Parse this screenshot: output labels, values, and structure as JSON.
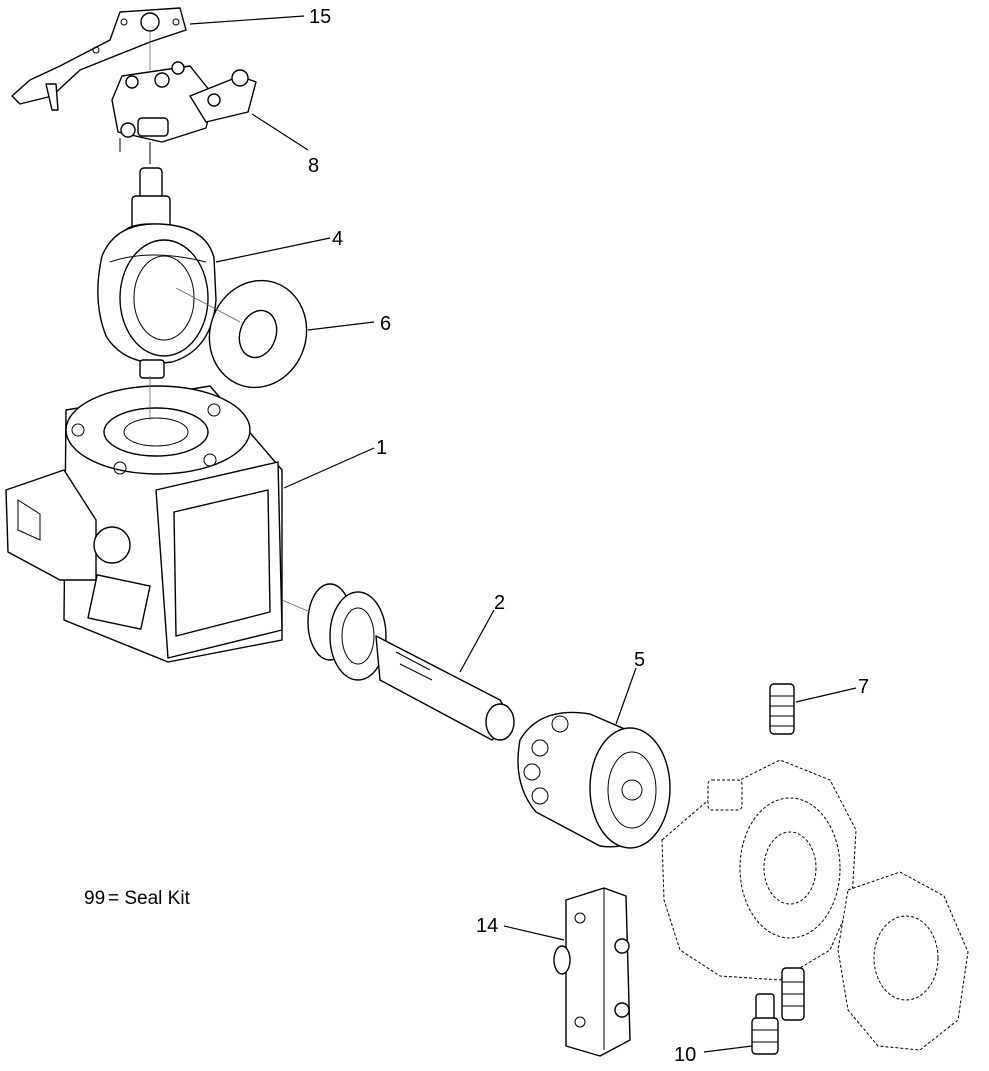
{
  "callouts": [
    {
      "id": "15",
      "label": "15",
      "part": "control-lever"
    },
    {
      "id": "8",
      "label": "8",
      "part": "control-linkage-assembly"
    },
    {
      "id": "4",
      "label": "4",
      "part": "swashplate"
    },
    {
      "id": "6",
      "label": "6",
      "part": "thrust-plate"
    },
    {
      "id": "1",
      "label": "1",
      "part": "pump-housing"
    },
    {
      "id": "2",
      "label": "2",
      "part": "drive-shaft"
    },
    {
      "id": "5",
      "label": "5",
      "part": "rotating-group"
    },
    {
      "id": "7",
      "label": "7",
      "part": "check-valve-upper"
    },
    {
      "id": "14",
      "label": "14",
      "part": "valve-block"
    },
    {
      "id": "10",
      "label": "10",
      "part": "check-valve-lower"
    }
  ],
  "note": {
    "number": "99",
    "text": "= Seal Kit"
  }
}
